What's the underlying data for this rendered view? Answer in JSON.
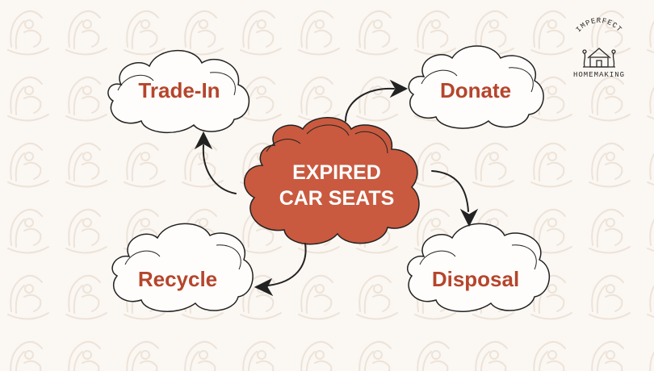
{
  "center": {
    "line1": "EXPIRED",
    "line2": "CAR SEATS"
  },
  "options": {
    "trade_in": "Trade-In",
    "donate": "Donate",
    "recycle": "Recycle",
    "disposal": "Disposal"
  },
  "logo": {
    "top_text": "IMPERFECT",
    "bottom_text": "HOMEMAKING"
  },
  "colors": {
    "background": "#fbf7f3",
    "accent": "#c95a3f",
    "label": "#b5452c",
    "outline": "#222222"
  },
  "icons": {
    "background_pattern": "car-seat-icon",
    "logo": "house-icon"
  }
}
